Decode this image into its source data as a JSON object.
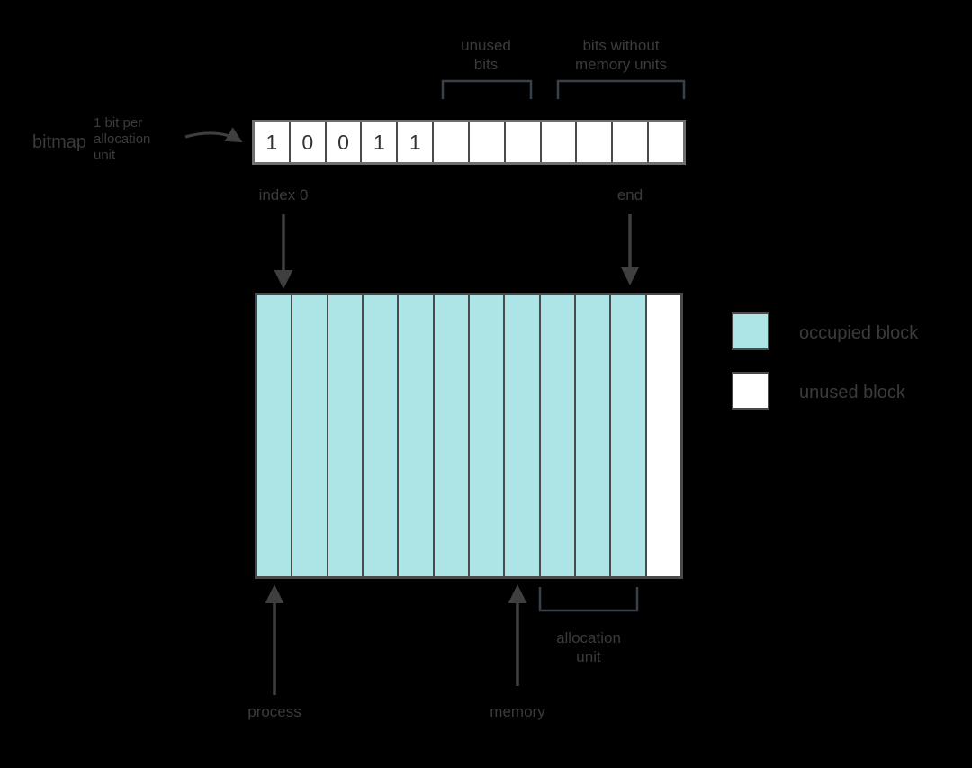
{
  "colors": {
    "background": "#000000",
    "text": "#3b3b3b",
    "used_fill": "#ade4e5",
    "free_fill": "#ffffff",
    "border": "#4a4a4a",
    "arrow": "#3f3f3f",
    "bracket": "#38414b"
  },
  "bitmap": {
    "cells": [
      "1",
      "0",
      "0",
      "1",
      "1",
      "",
      "",
      "",
      "",
      "",
      "",
      ""
    ],
    "label": "bitmap",
    "sublabel_lines": [
      "1 bit per",
      "allocation",
      "unit"
    ]
  },
  "brackets": {
    "top_a": {
      "lines": [
        "unused",
        "bits"
      ]
    },
    "top_b": {
      "lines": [
        "bits without",
        "memory units"
      ]
    },
    "bottom": {
      "lines": [
        "allocation",
        "unit"
      ]
    }
  },
  "pointers": {
    "top_left": "index 0",
    "top_right": "end",
    "bottom_left": "process",
    "bottom_middle": "memory"
  },
  "block": {
    "columns": [
      "used",
      "used",
      "used",
      "used",
      "used",
      "used",
      "used",
      "used",
      "used",
      "used",
      "used",
      "free"
    ]
  },
  "legend": {
    "items": [
      {
        "swatch": "used",
        "label": "occupied block"
      },
      {
        "swatch": "free",
        "label": "unused block"
      }
    ]
  }
}
